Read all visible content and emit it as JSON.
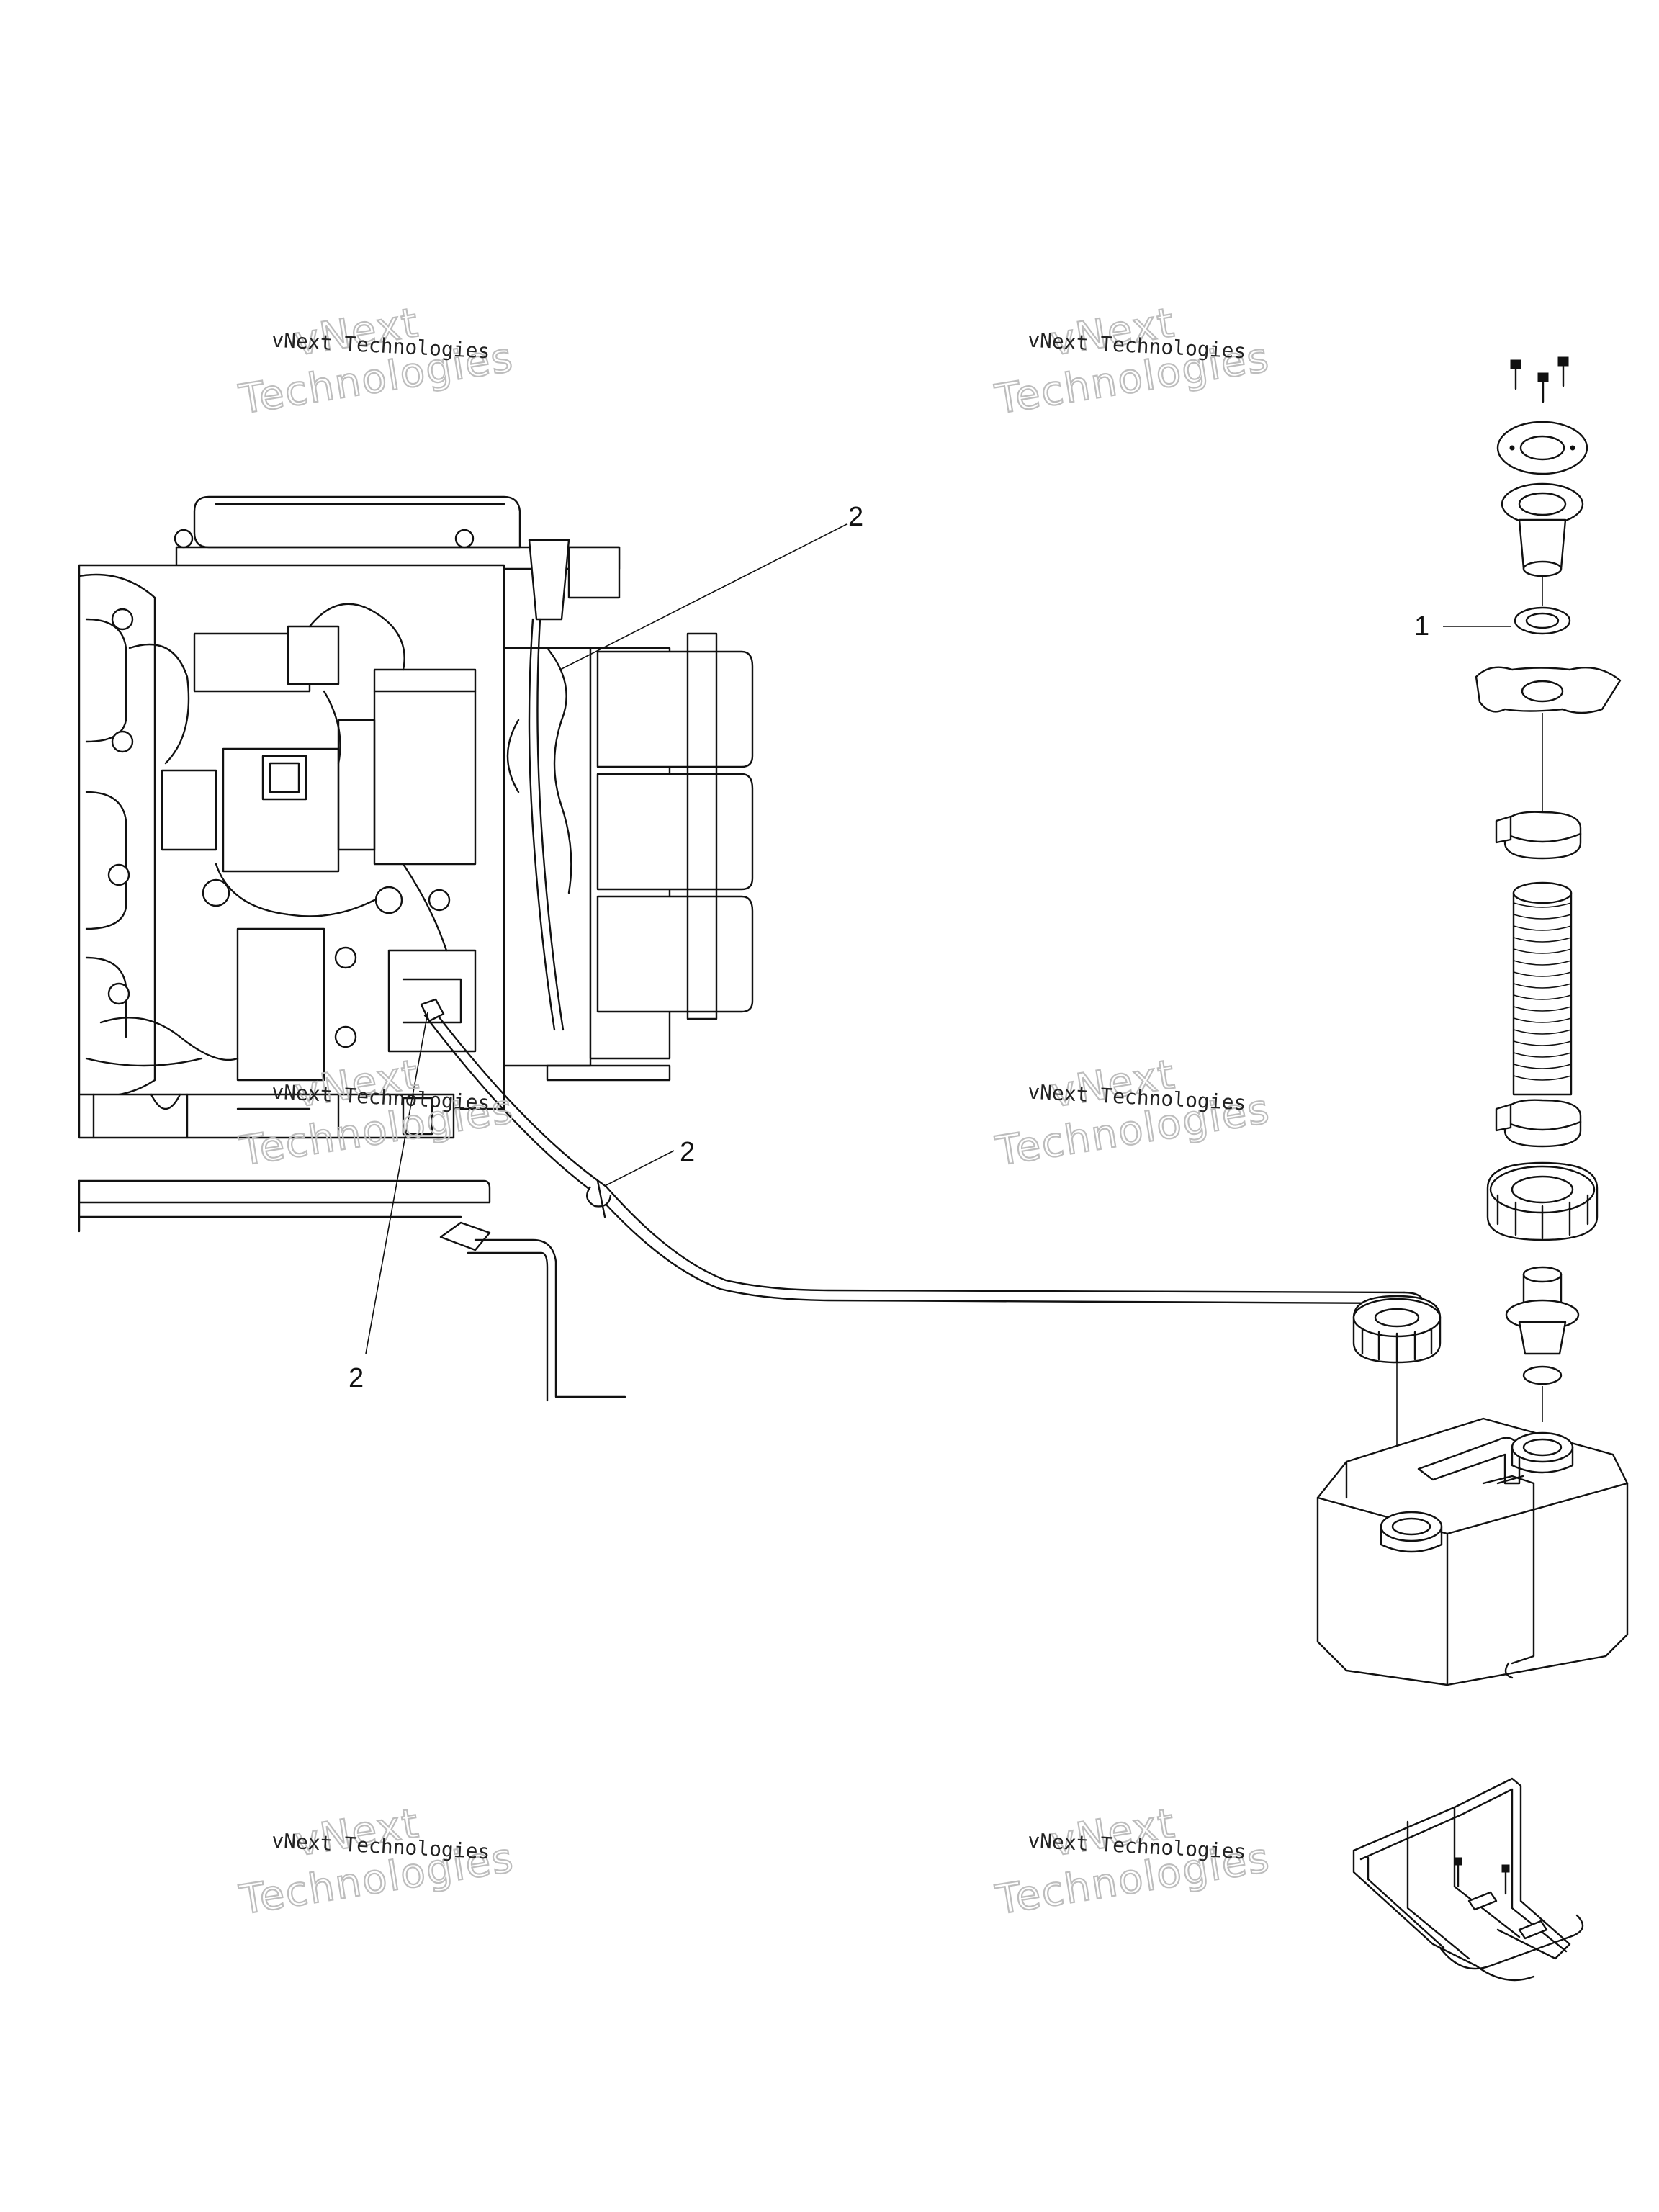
{
  "diagram": {
    "callouts": [
      {
        "id": "callout-1",
        "label": "1"
      },
      {
        "id": "callout-2-top",
        "label": "2"
      },
      {
        "id": "callout-2-mid",
        "label": "2"
      },
      {
        "id": "callout-2-bottom",
        "label": "2"
      }
    ],
    "watermark": {
      "small": "vNext Technologies",
      "big_line1": "vNext",
      "big_line2": "Technologies"
    }
  }
}
